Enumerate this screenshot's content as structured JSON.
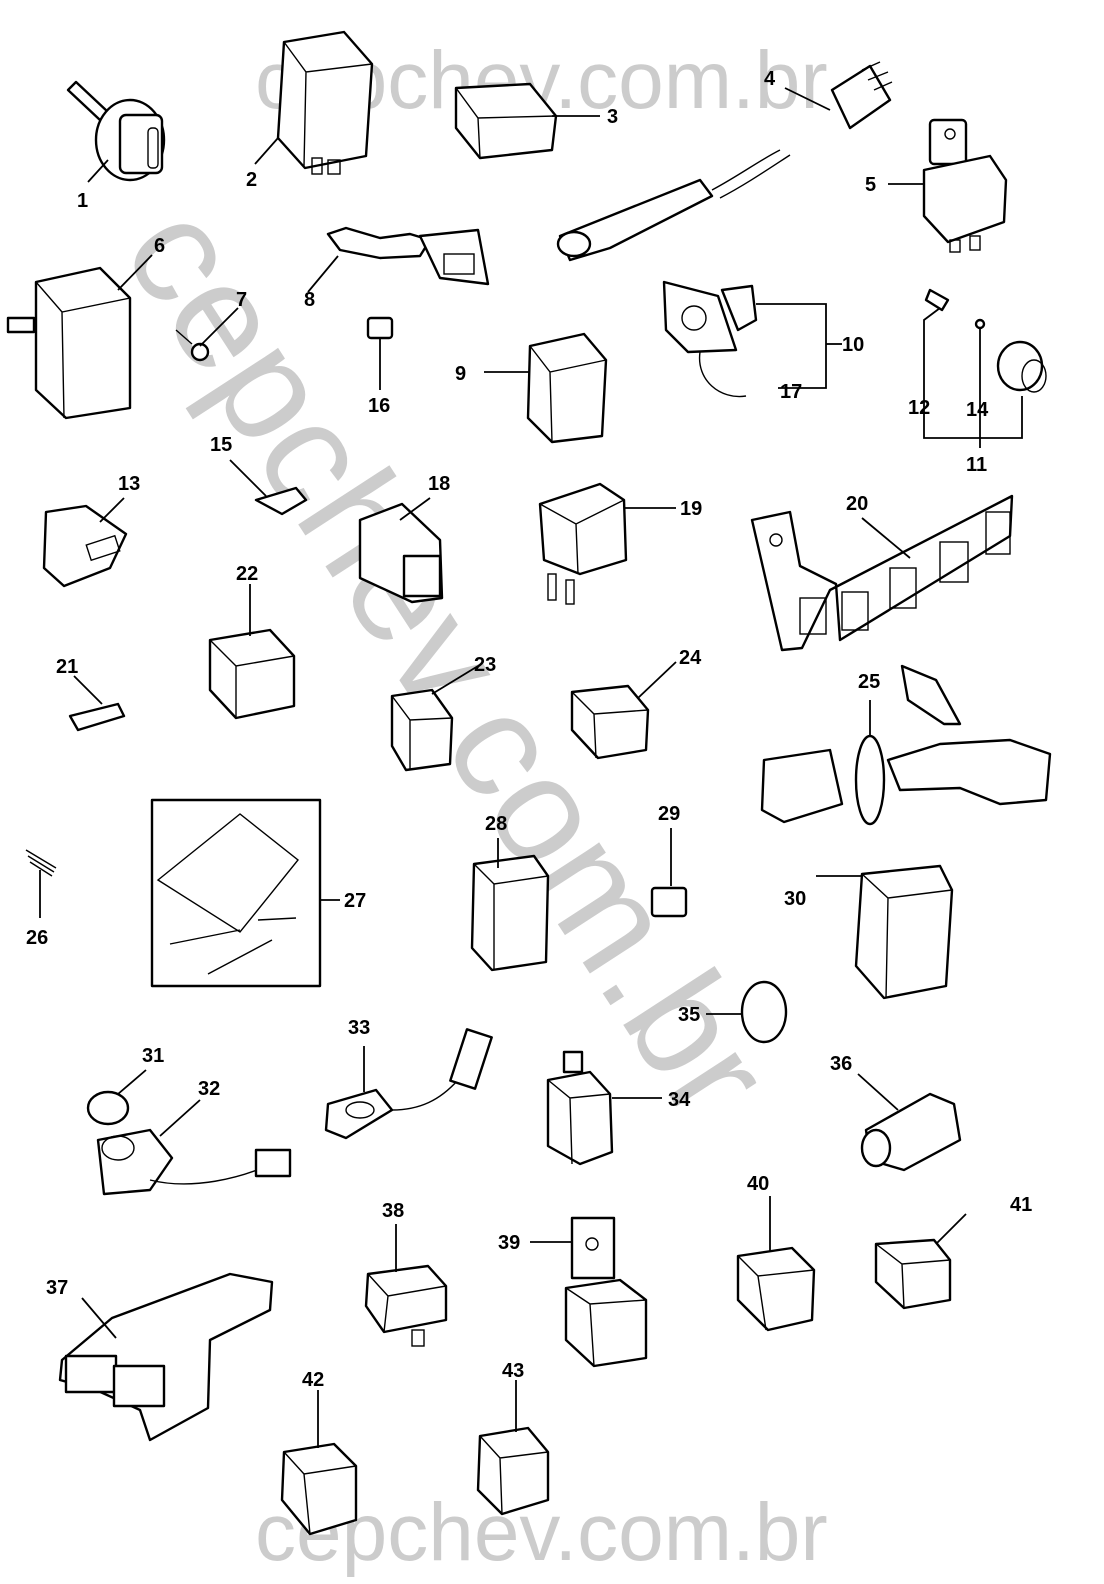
{
  "watermark": {
    "top_text": "cepchev.com.br",
    "diagonal_text": "cepchev.com.br",
    "bottom_text": "cepchev.com.br",
    "color": "#cccccc"
  },
  "diagram": {
    "type": "exploded parts diagram",
    "subject": "relays, switches and electrical components",
    "parts": [
      {
        "id": "1",
        "label": "1",
        "kind": "sensor-connector"
      },
      {
        "id": "2",
        "label": "2",
        "kind": "relay-tall"
      },
      {
        "id": "3",
        "label": "3",
        "kind": "relay"
      },
      {
        "id": "4",
        "label": "4",
        "kind": "oxygen-sensor"
      },
      {
        "id": "5",
        "label": "5",
        "kind": "relay-bracket"
      },
      {
        "id": "6",
        "label": "6",
        "kind": "control-module"
      },
      {
        "id": "7",
        "label": "7",
        "kind": "screw"
      },
      {
        "id": "8",
        "label": "8",
        "kind": "stalk-switch"
      },
      {
        "id": "9",
        "label": "9",
        "kind": "relay-tall"
      },
      {
        "id": "10",
        "label": "10",
        "kind": "ignition-switch"
      },
      {
        "id": "11",
        "label": "11",
        "kind": "switch-assembly"
      },
      {
        "id": "12",
        "label": "12",
        "kind": "bulb"
      },
      {
        "id": "13",
        "label": "13",
        "kind": "rocker-switch"
      },
      {
        "id": "14",
        "label": "14",
        "kind": "bulb-small"
      },
      {
        "id": "15",
        "label": "15",
        "kind": "clip"
      },
      {
        "id": "16",
        "label": "16",
        "kind": "connector"
      },
      {
        "id": "17",
        "label": "17",
        "kind": "wire-terminal"
      },
      {
        "id": "18",
        "label": "18",
        "kind": "push-switch"
      },
      {
        "id": "19",
        "label": "19",
        "kind": "relay-lucas"
      },
      {
        "id": "20",
        "label": "20",
        "kind": "relay-bracket-bar"
      },
      {
        "id": "21",
        "label": "21",
        "kind": "clip"
      },
      {
        "id": "22",
        "label": "22",
        "kind": "relay"
      },
      {
        "id": "23",
        "label": "23",
        "kind": "relay"
      },
      {
        "id": "24",
        "label": "24",
        "kind": "relay"
      },
      {
        "id": "25",
        "label": "25",
        "kind": "stalk-switch"
      },
      {
        "id": "26",
        "label": "26",
        "kind": "spring"
      },
      {
        "id": "27",
        "label": "27",
        "kind": "terminal-kit"
      },
      {
        "id": "28",
        "label": "28",
        "kind": "relay-tall"
      },
      {
        "id": "29",
        "label": "29",
        "kind": "connector"
      },
      {
        "id": "30",
        "label": "30",
        "kind": "relay-tall"
      },
      {
        "id": "31",
        "label": "31",
        "kind": "cap"
      },
      {
        "id": "32",
        "label": "32",
        "kind": "switch-harness"
      },
      {
        "id": "33",
        "label": "33",
        "kind": "door-switch"
      },
      {
        "id": "34",
        "label": "34",
        "kind": "flasher-relay"
      },
      {
        "id": "35",
        "label": "35",
        "kind": "cover"
      },
      {
        "id": "36",
        "label": "36",
        "kind": "pressure-switch"
      },
      {
        "id": "37",
        "label": "37",
        "kind": "switch-panel"
      },
      {
        "id": "38",
        "label": "38",
        "kind": "relay"
      },
      {
        "id": "39",
        "label": "39",
        "kind": "relay-bracket"
      },
      {
        "id": "40",
        "label": "40",
        "kind": "relay"
      },
      {
        "id": "41",
        "label": "41",
        "kind": "relay"
      },
      {
        "id": "42",
        "label": "42",
        "kind": "relay"
      },
      {
        "id": "43",
        "label": "43",
        "kind": "relay"
      }
    ]
  }
}
